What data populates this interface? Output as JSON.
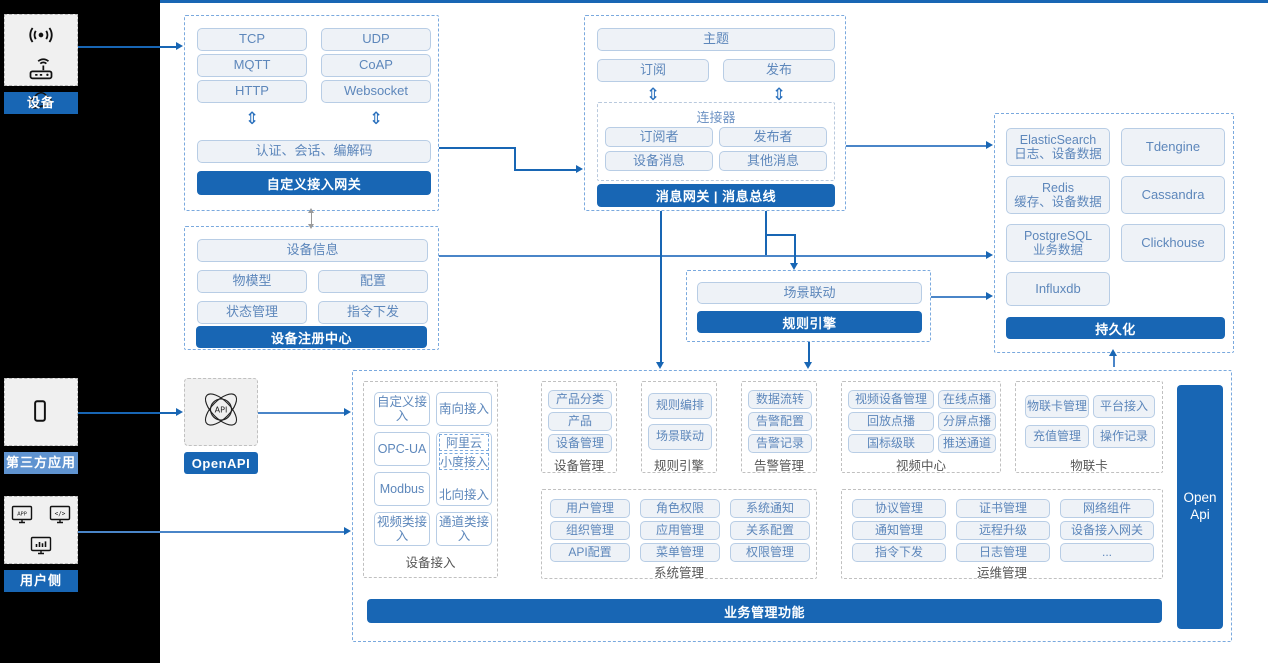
{
  "theme": {
    "accent": "#1866b4",
    "accent_soft": "#5f93d0",
    "pill_fill": "#eef2f7",
    "pill_border": "#b8cde5",
    "pill_text": "#5d87bb",
    "group_border": "#7aa9de",
    "rail_bg": "#000000",
    "canvas_bg": "#ffffff"
  },
  "actors": [
    {
      "label": "设备",
      "icons": [
        "wifi-signal-icon",
        "router-icon",
        "cloud-icon"
      ]
    },
    {
      "label": "第三方应用",
      "icons": [
        "mobile-phone-icon"
      ]
    },
    {
      "label": "用户侧",
      "icons": [
        "app-screen-icon",
        "code-screen-icon",
        "dashboard-screen-icon"
      ]
    }
  ],
  "openapi_node": {
    "icon": "api-atom-icon",
    "label": "OpenAPI"
  },
  "gateway": {
    "protocols": [
      "TCP",
      "UDP",
      "MQTT",
      "CoAP",
      "HTTP",
      "Websocket"
    ],
    "middle": "认证、会话、编解码",
    "bar": "自定义接入网关"
  },
  "message_bus": {
    "topic": "主题",
    "subscribe": "订阅",
    "publish": "发布",
    "connector_title": "连接器",
    "connector_items": [
      "订阅者",
      "发布者",
      "设备消息",
      "其他消息"
    ],
    "bar": "消息网关 | 消息总线"
  },
  "registry": {
    "header": "设备信息",
    "items": [
      "物模型",
      "配置",
      "状态管理",
      "指令下发"
    ],
    "bar": "设备注册中心"
  },
  "rule_engine": {
    "item": "场景联动",
    "bar": "规则引擎"
  },
  "persistence": {
    "stores": [
      {
        "name": "ElasticSearch",
        "desc": "日志、设备数据"
      },
      {
        "name": "Tdengine",
        "desc": ""
      },
      {
        "name": "Redis",
        "desc": "缓存、设备数据"
      },
      {
        "name": "Cassandra",
        "desc": ""
      },
      {
        "name": "PostgreSQL",
        "desc": "业务数据"
      },
      {
        "name": "Clickhouse",
        "desc": ""
      },
      {
        "name": "Influxdb",
        "desc": ""
      }
    ],
    "bar": "持久化"
  },
  "business": {
    "bar": "业务管理功能",
    "openapi_rail": [
      "Open",
      "Api"
    ],
    "device_access": {
      "title": "设备接入",
      "left_column": [
        "自定义接入",
        "OPC-UA",
        "Modbus",
        "视频类接入"
      ],
      "right_column": [
        "南向接入",
        "北向接入",
        "通道类接入"
      ],
      "cloud_tags": [
        "阿里云",
        "小度接入"
      ]
    },
    "modules": [
      {
        "title": "设备管理",
        "items": [
          "产品分类",
          "产品",
          "设备管理"
        ]
      },
      {
        "title": "规则引擎",
        "items": [
          "规则编排",
          "场景联动"
        ]
      },
      {
        "title": "告警管理",
        "items": [
          "数据流转",
          "告警配置",
          "告警记录"
        ]
      },
      {
        "title": "视频中心",
        "items": [
          "视频设备管理",
          "在线点播",
          "回放点播",
          "分屏点播",
          "国标级联",
          "推送通道"
        ]
      },
      {
        "title": "物联卡",
        "items": [
          "物联卡管理",
          "平台接入",
          "充值管理",
          "操作记录"
        ]
      },
      {
        "title": "系统管理",
        "items": [
          "用户管理",
          "角色权限",
          "系统通知",
          "组织管理",
          "应用管理",
          "关系配置",
          "API配置",
          "菜单管理",
          "权限管理"
        ]
      },
      {
        "title": "运维管理",
        "items": [
          "协议管理",
          "证书管理",
          "网络组件",
          "通知管理",
          "远程升级",
          "设备接入网关",
          "指令下发",
          "日志管理",
          "..."
        ]
      }
    ]
  }
}
